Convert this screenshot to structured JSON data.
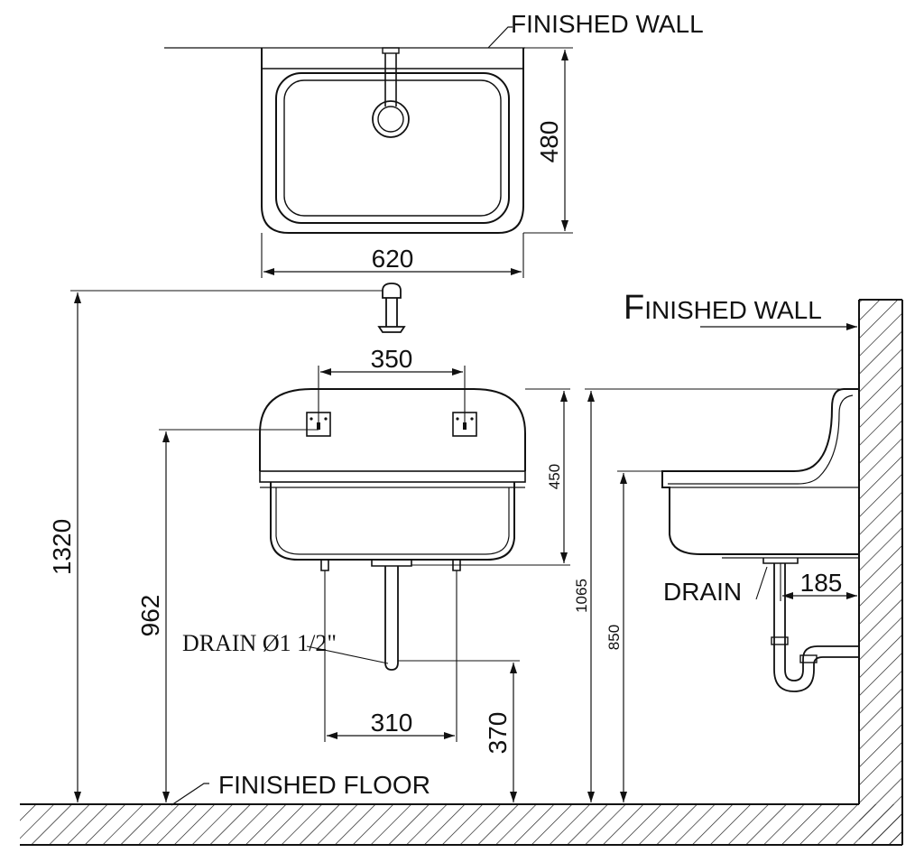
{
  "labels": {
    "top_wall": "FINISHED WALL",
    "side_wall_initial": "F",
    "side_wall_rest": "INISHED WALL",
    "floor": "FINISHED FLOOR",
    "front_drain": "DRAIN Ø1 1/2\"",
    "side_drain": "DRAIN"
  },
  "dimensions": {
    "width": "620",
    "depth": "480",
    "bracket_spacing": "350",
    "faucet_height": "1320",
    "bracket_height": "962",
    "basin_height": "450",
    "drain_spacing": "310",
    "drain_height": "370",
    "back_height": "1065",
    "rim_height": "850",
    "drain_offset": "185"
  }
}
